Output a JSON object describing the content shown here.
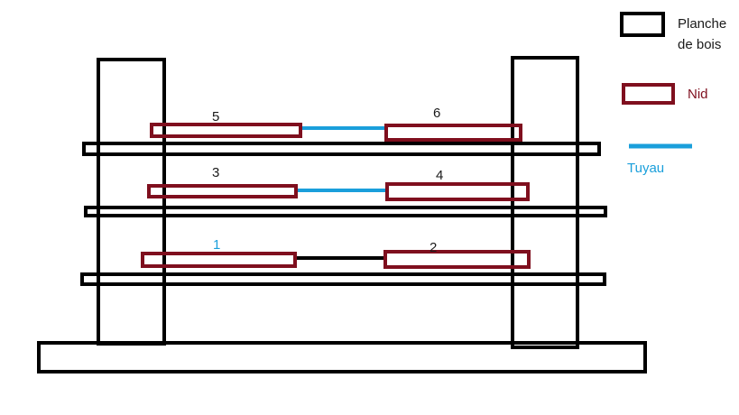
{
  "colors": {
    "wood": "#000000",
    "nest": "#7f0f1e",
    "pipe": "#1a9fdb",
    "number_default": "#1a1a1a",
    "number_highlight": "#1a9fdb"
  },
  "legend": {
    "wood_label_line1": "Planche",
    "wood_label_line2": "de bois",
    "nest_label": "Nid",
    "pipe_label": "Tuyau"
  },
  "nests": {
    "n1": "1",
    "n2": "2",
    "n3": "3",
    "n4": "4",
    "n5": "5",
    "n6": "6"
  }
}
